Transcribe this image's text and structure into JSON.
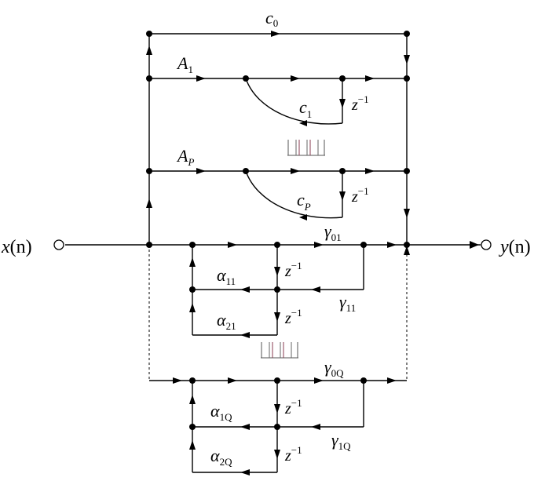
{
  "diagram": {
    "input_label": {
      "base": "x",
      "paren": "(n)"
    },
    "output_label": {
      "base": "y",
      "paren": "(n)"
    },
    "coef_c0": {
      "base": "c",
      "sub": "0"
    },
    "coef_A1": {
      "base": "A",
      "sub": "1"
    },
    "coef_c1": {
      "base": "c",
      "sub": "1"
    },
    "coef_AP": {
      "base": "A",
      "sub": "P"
    },
    "coef_cP": {
      "base": "c",
      "sub": "P"
    },
    "gamma01": {
      "base": "γ",
      "sub": "01"
    },
    "gamma11": {
      "base": "γ",
      "sub": "11"
    },
    "alpha11": {
      "base": "α",
      "sub": "11"
    },
    "alpha21": {
      "base": "α",
      "sub": "21"
    },
    "gamma0Q": {
      "base": "γ",
      "sub": "0Q"
    },
    "gamma1Q": {
      "base": "γ",
      "sub": "1Q"
    },
    "alpha1Q": {
      "base": "α",
      "sub": "1Q"
    },
    "alpha2Q": {
      "base": "α",
      "sub": "2Q"
    },
    "delay": {
      "base": "z",
      "sup": "−1"
    }
  }
}
